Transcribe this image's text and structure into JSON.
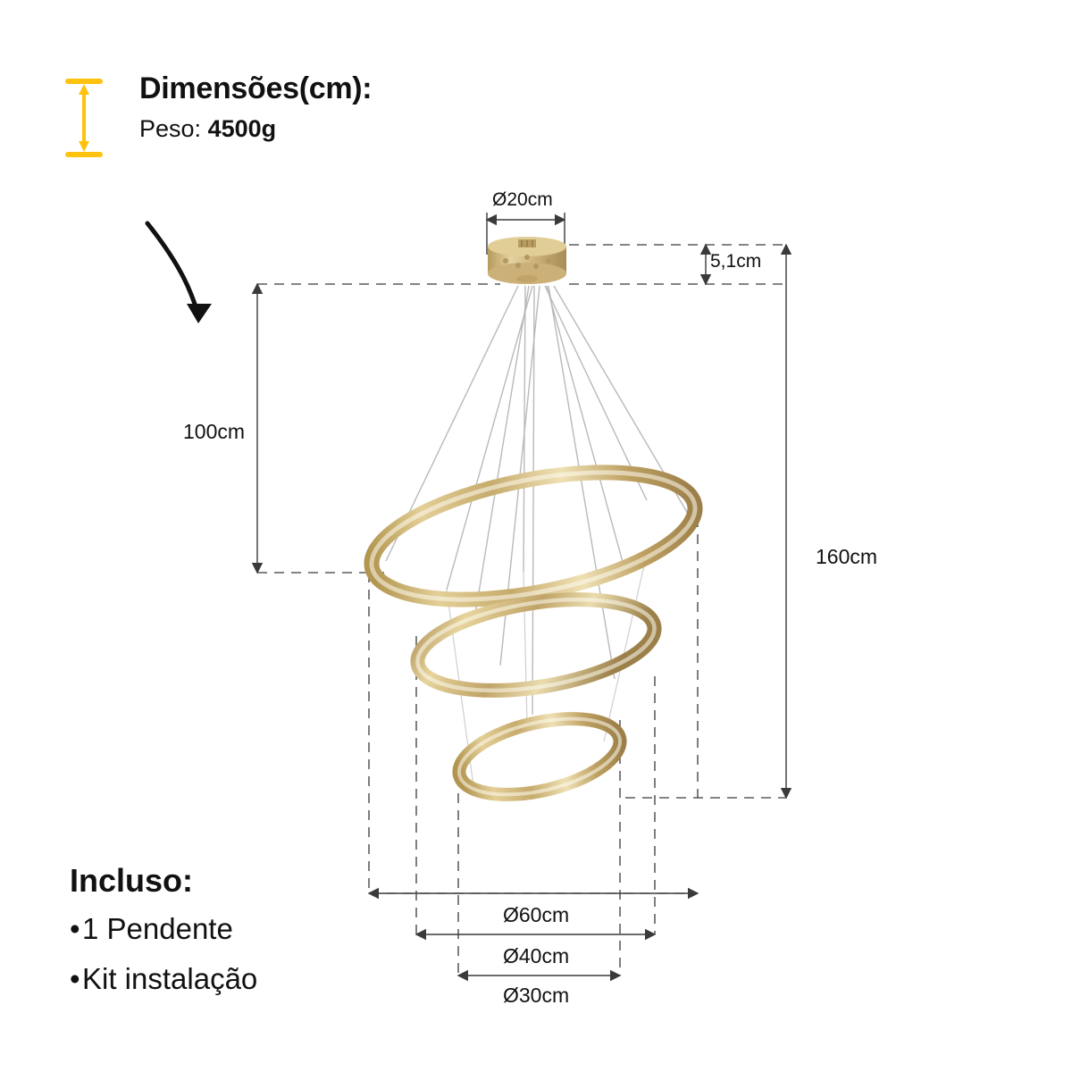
{
  "header": {
    "icon_name": "height-dimension-icon",
    "title": "Dimensões(cm):",
    "weight_label": "Peso:",
    "weight_value": "4500g"
  },
  "included": {
    "title": "Incluso:",
    "items": [
      "1 Pendente",
      "Kit instalação"
    ],
    "bullet": "•"
  },
  "measurements": {
    "canopy_diameter": "Ø20cm",
    "canopy_height": "5,1cm",
    "drop_height": "100cm",
    "total_height": "160cm",
    "ring_large": "Ø60cm",
    "ring_medium": "Ø40cm",
    "ring_small": "Ø30cm"
  },
  "colors": {
    "accent": "#FFC20E",
    "line": "#3a3a3a",
    "gold_light": "#e6d3a3",
    "gold_mid": "#c9ae72",
    "gold_dark": "#a78c55",
    "text": "#111111"
  },
  "product": {
    "name": "pendant-lamp-three-rings",
    "rings": 3
  }
}
